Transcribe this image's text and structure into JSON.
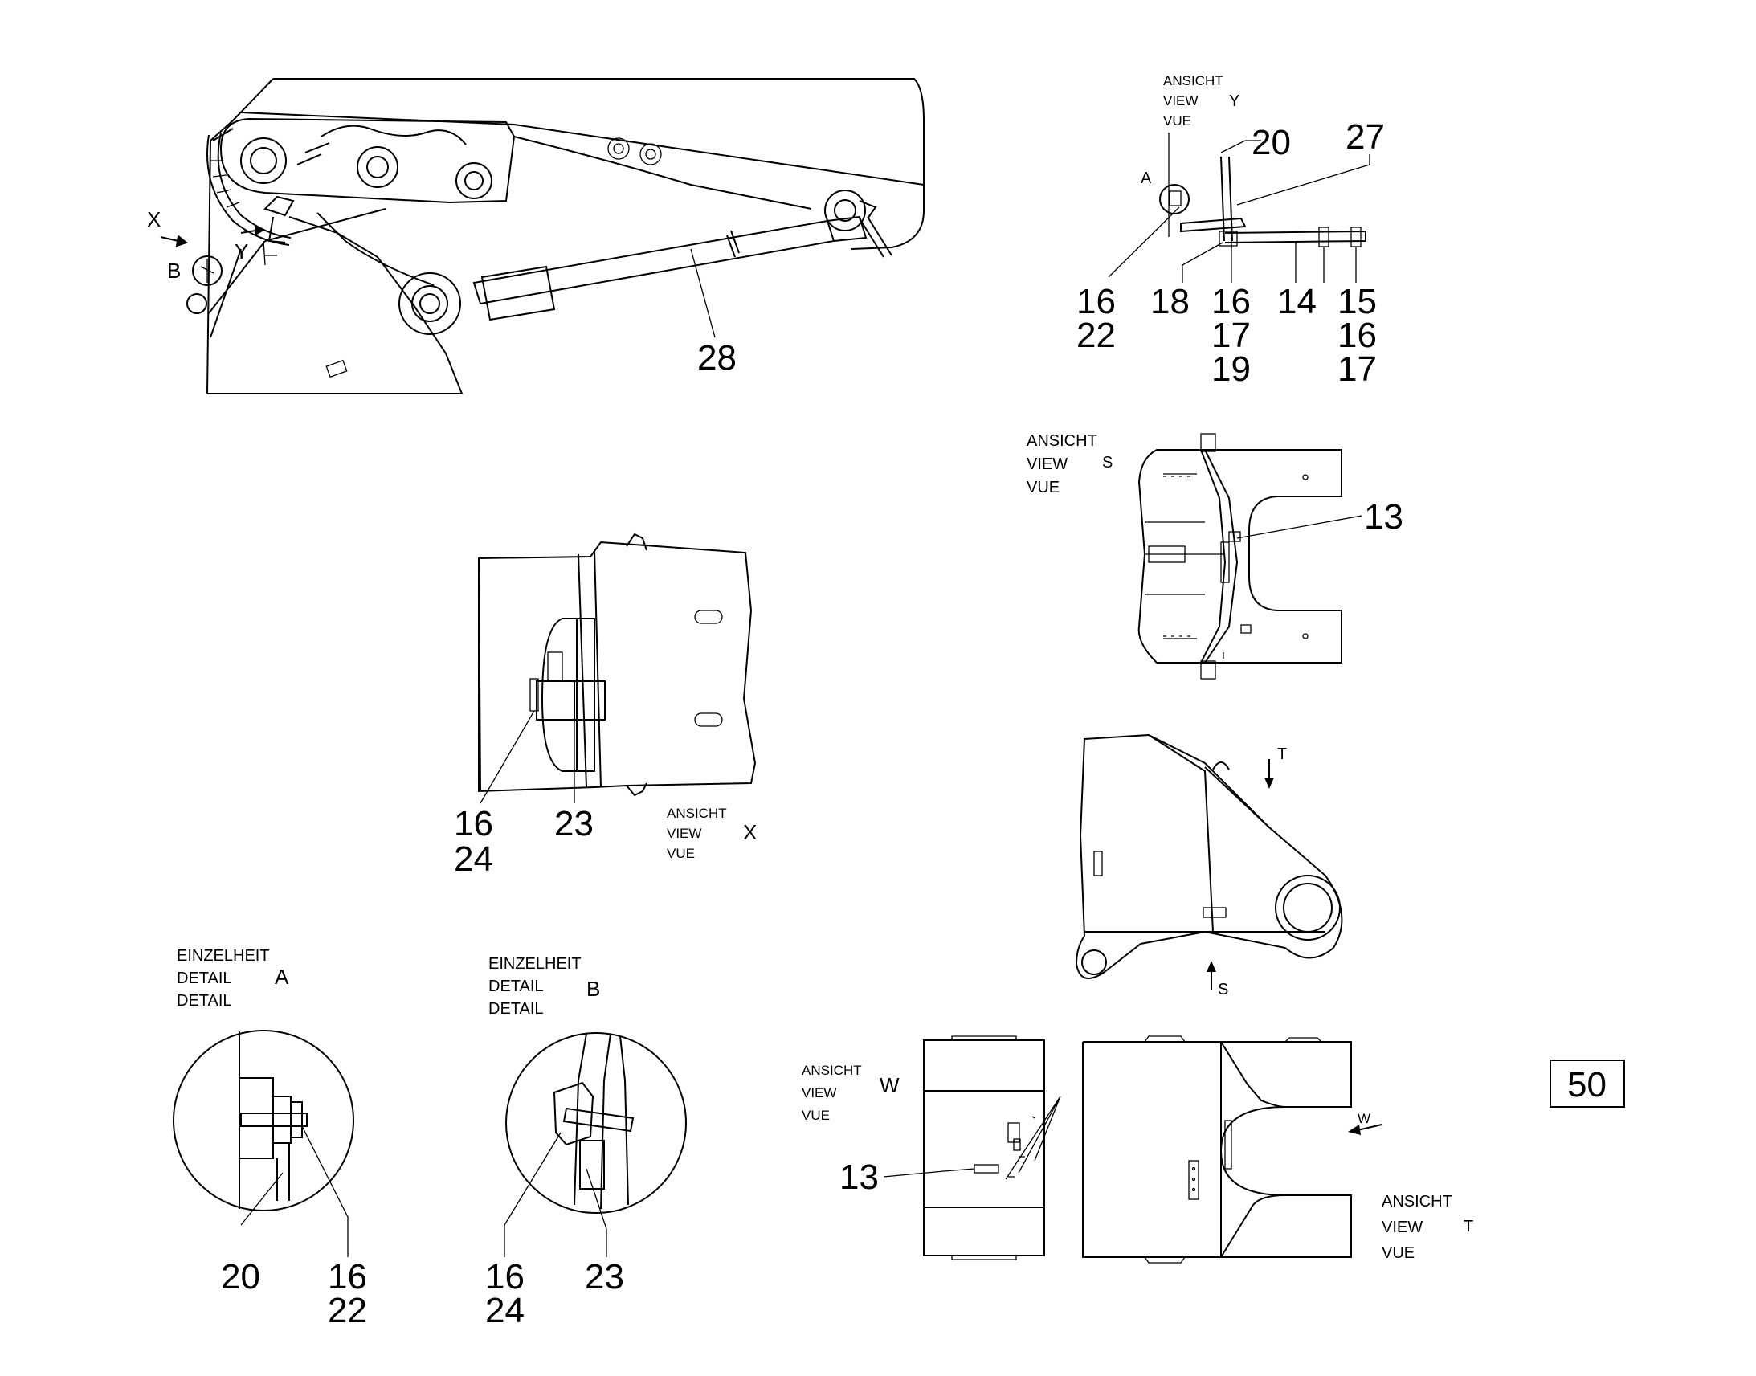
{
  "page_number": "50",
  "main_view": {
    "markers": {
      "x": "X",
      "y": "Y",
      "b": "B"
    },
    "part_labels": [
      "28"
    ]
  },
  "view_y": {
    "caption": [
      "ANSICHT",
      "VIEW",
      "VUE"
    ],
    "letter": "Y",
    "detail_marker": "A",
    "part_labels": {
      "p20": "20",
      "p27": "27",
      "p16a": "16",
      "p22": "22",
      "p18": "18",
      "p16b": "16",
      "p17a": "17",
      "p19": "19",
      "p14": "14",
      "p15": "15",
      "p16c": "16",
      "p17b": "17"
    }
  },
  "view_s": {
    "caption": [
      "ANSICHT",
      "VIEW",
      "VUE"
    ],
    "letter": "S",
    "part_labels": {
      "p13": "13"
    }
  },
  "view_x": {
    "caption": [
      "ANSICHT",
      "VIEW",
      "VUE"
    ],
    "letter": "X",
    "part_labels": {
      "p16": "16",
      "p24": "24",
      "p23": "23"
    }
  },
  "side_view": {
    "arrow_t": "T",
    "arrow_s": "S"
  },
  "detail_a": {
    "caption": [
      "EINZELHEIT",
      "DETAIL",
      "DETAIL"
    ],
    "letter": "A",
    "part_labels": {
      "p20": "20",
      "p16": "16",
      "p22": "22"
    }
  },
  "detail_b": {
    "caption": [
      "EINZELHEIT",
      "DETAIL",
      "DETAIL"
    ],
    "letter": "B",
    "part_labels": {
      "p16": "16",
      "p24": "24",
      "p23": "23"
    }
  },
  "view_w": {
    "caption": [
      "ANSICHT",
      "VIEW",
      "VUE"
    ],
    "letter": "W",
    "part_labels": {
      "p13": "13"
    }
  },
  "view_t": {
    "caption": [
      "ANSICHT",
      "VIEW",
      "VUE"
    ],
    "letter": "T",
    "arrow_w": "W"
  }
}
